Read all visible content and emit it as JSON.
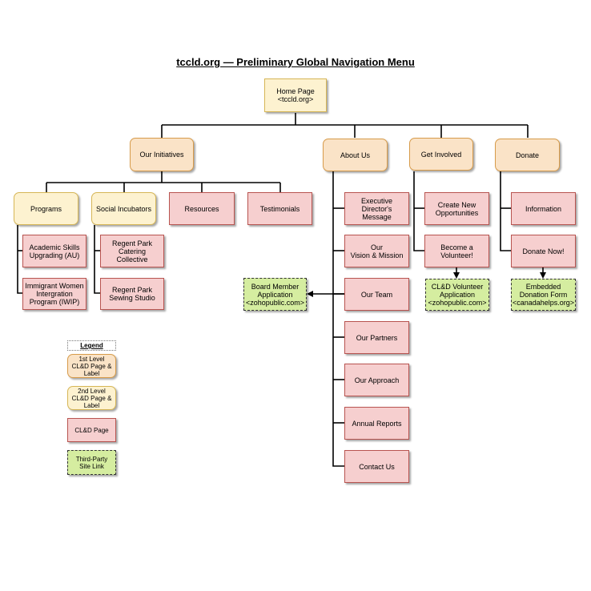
{
  "title": "tccld.org — Preliminary Global Navigation Menu",
  "nodes": {
    "home": "Home Page\n<tccld.org>",
    "our_initiatives": "Our Initiatives",
    "about_us": "About Us",
    "get_involved": "Get Involved",
    "donate": "Donate",
    "programs": "Programs",
    "social_incubators": "Social Incubators",
    "resources": "Resources",
    "testimonials": "Testimonials",
    "academic_skills": "Academic Skills\nUpgrading (AU)",
    "immigrant_women": "Immigrant Women\nIntergration\nProgram (IWIP)",
    "regent_catering": "Regent Park\nCatering Collective",
    "regent_sewing": "Regent Park\nSewing Studio",
    "exec_message": "Executive\nDirector's Message",
    "vision_mission": "Our\nVision & Mission",
    "our_team": "Our Team",
    "our_partners": "Our Partners",
    "our_approach": "Our Approach",
    "annual_reports": "Annual Reports",
    "contact_us": "Contact Us",
    "board_member": "Board Member\nApplication\n<zohopublic.com>",
    "create_opps": "Create New\nOpportunities",
    "become_volunteer": "Become a\nVolunteer!",
    "volunteer_app": "CL&D Volunteer\nApplication\n<zohopublic.com>",
    "information": "Information",
    "donate_now": "Donate Now!",
    "embedded_donation": "Embedded\nDonation Form\n<canadahelps.org>"
  },
  "legend": {
    "title": "Legend",
    "first_level": "1st Level\nCL&D Page &\nLabel",
    "second_level": "2nd Level\nCL&D Page &\nLabel",
    "page": "CL&D Page",
    "third_party": "Third-Party\nSite Link"
  },
  "colors": {
    "first_level_fill": "#fae3c7",
    "second_level_fill": "#fdf2d0",
    "page_fill": "#f6cfcf",
    "third_party_fill": "#d5eda0",
    "connector": "#000000"
  }
}
